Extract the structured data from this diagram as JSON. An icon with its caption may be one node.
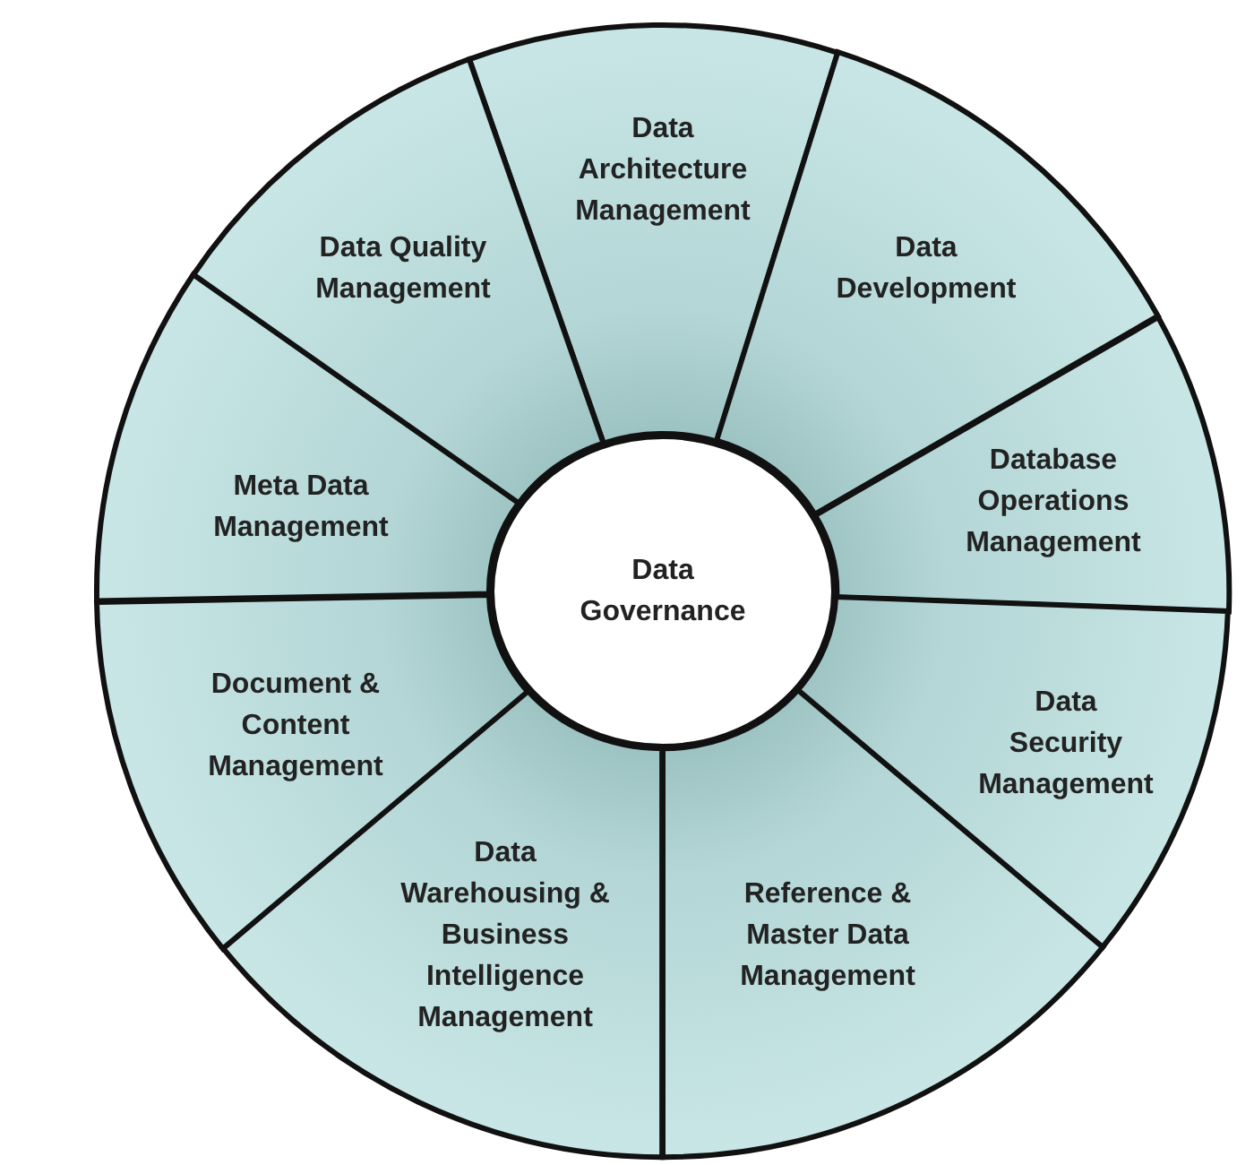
{
  "diagram": {
    "nodes": [
      {
        "text": [
          "Data Architecture Management"
        ]
      },
      {
        "text": [
          "Data Development"
        ]
      },
      {
        "text": [
          "Database Operations Management"
        ]
      },
      {
        "text": [
          "Data Security Management"
        ]
      },
      {
        "text": [
          "Reference & Master Data Management"
        ]
      },
      {
        "text": [
          "Data Warehousing & Business Intelligence Management"
        ]
      },
      {
        "text": [
          "Document & Content Management"
        ]
      },
      {
        "text": [
          "Meta Data Management"
        ]
      },
      {
        "text": [
          "Data Quality Management"
        ]
      },
      {
        "text": [
          "Data Governance"
        ]
      }
    ]
  }
}
